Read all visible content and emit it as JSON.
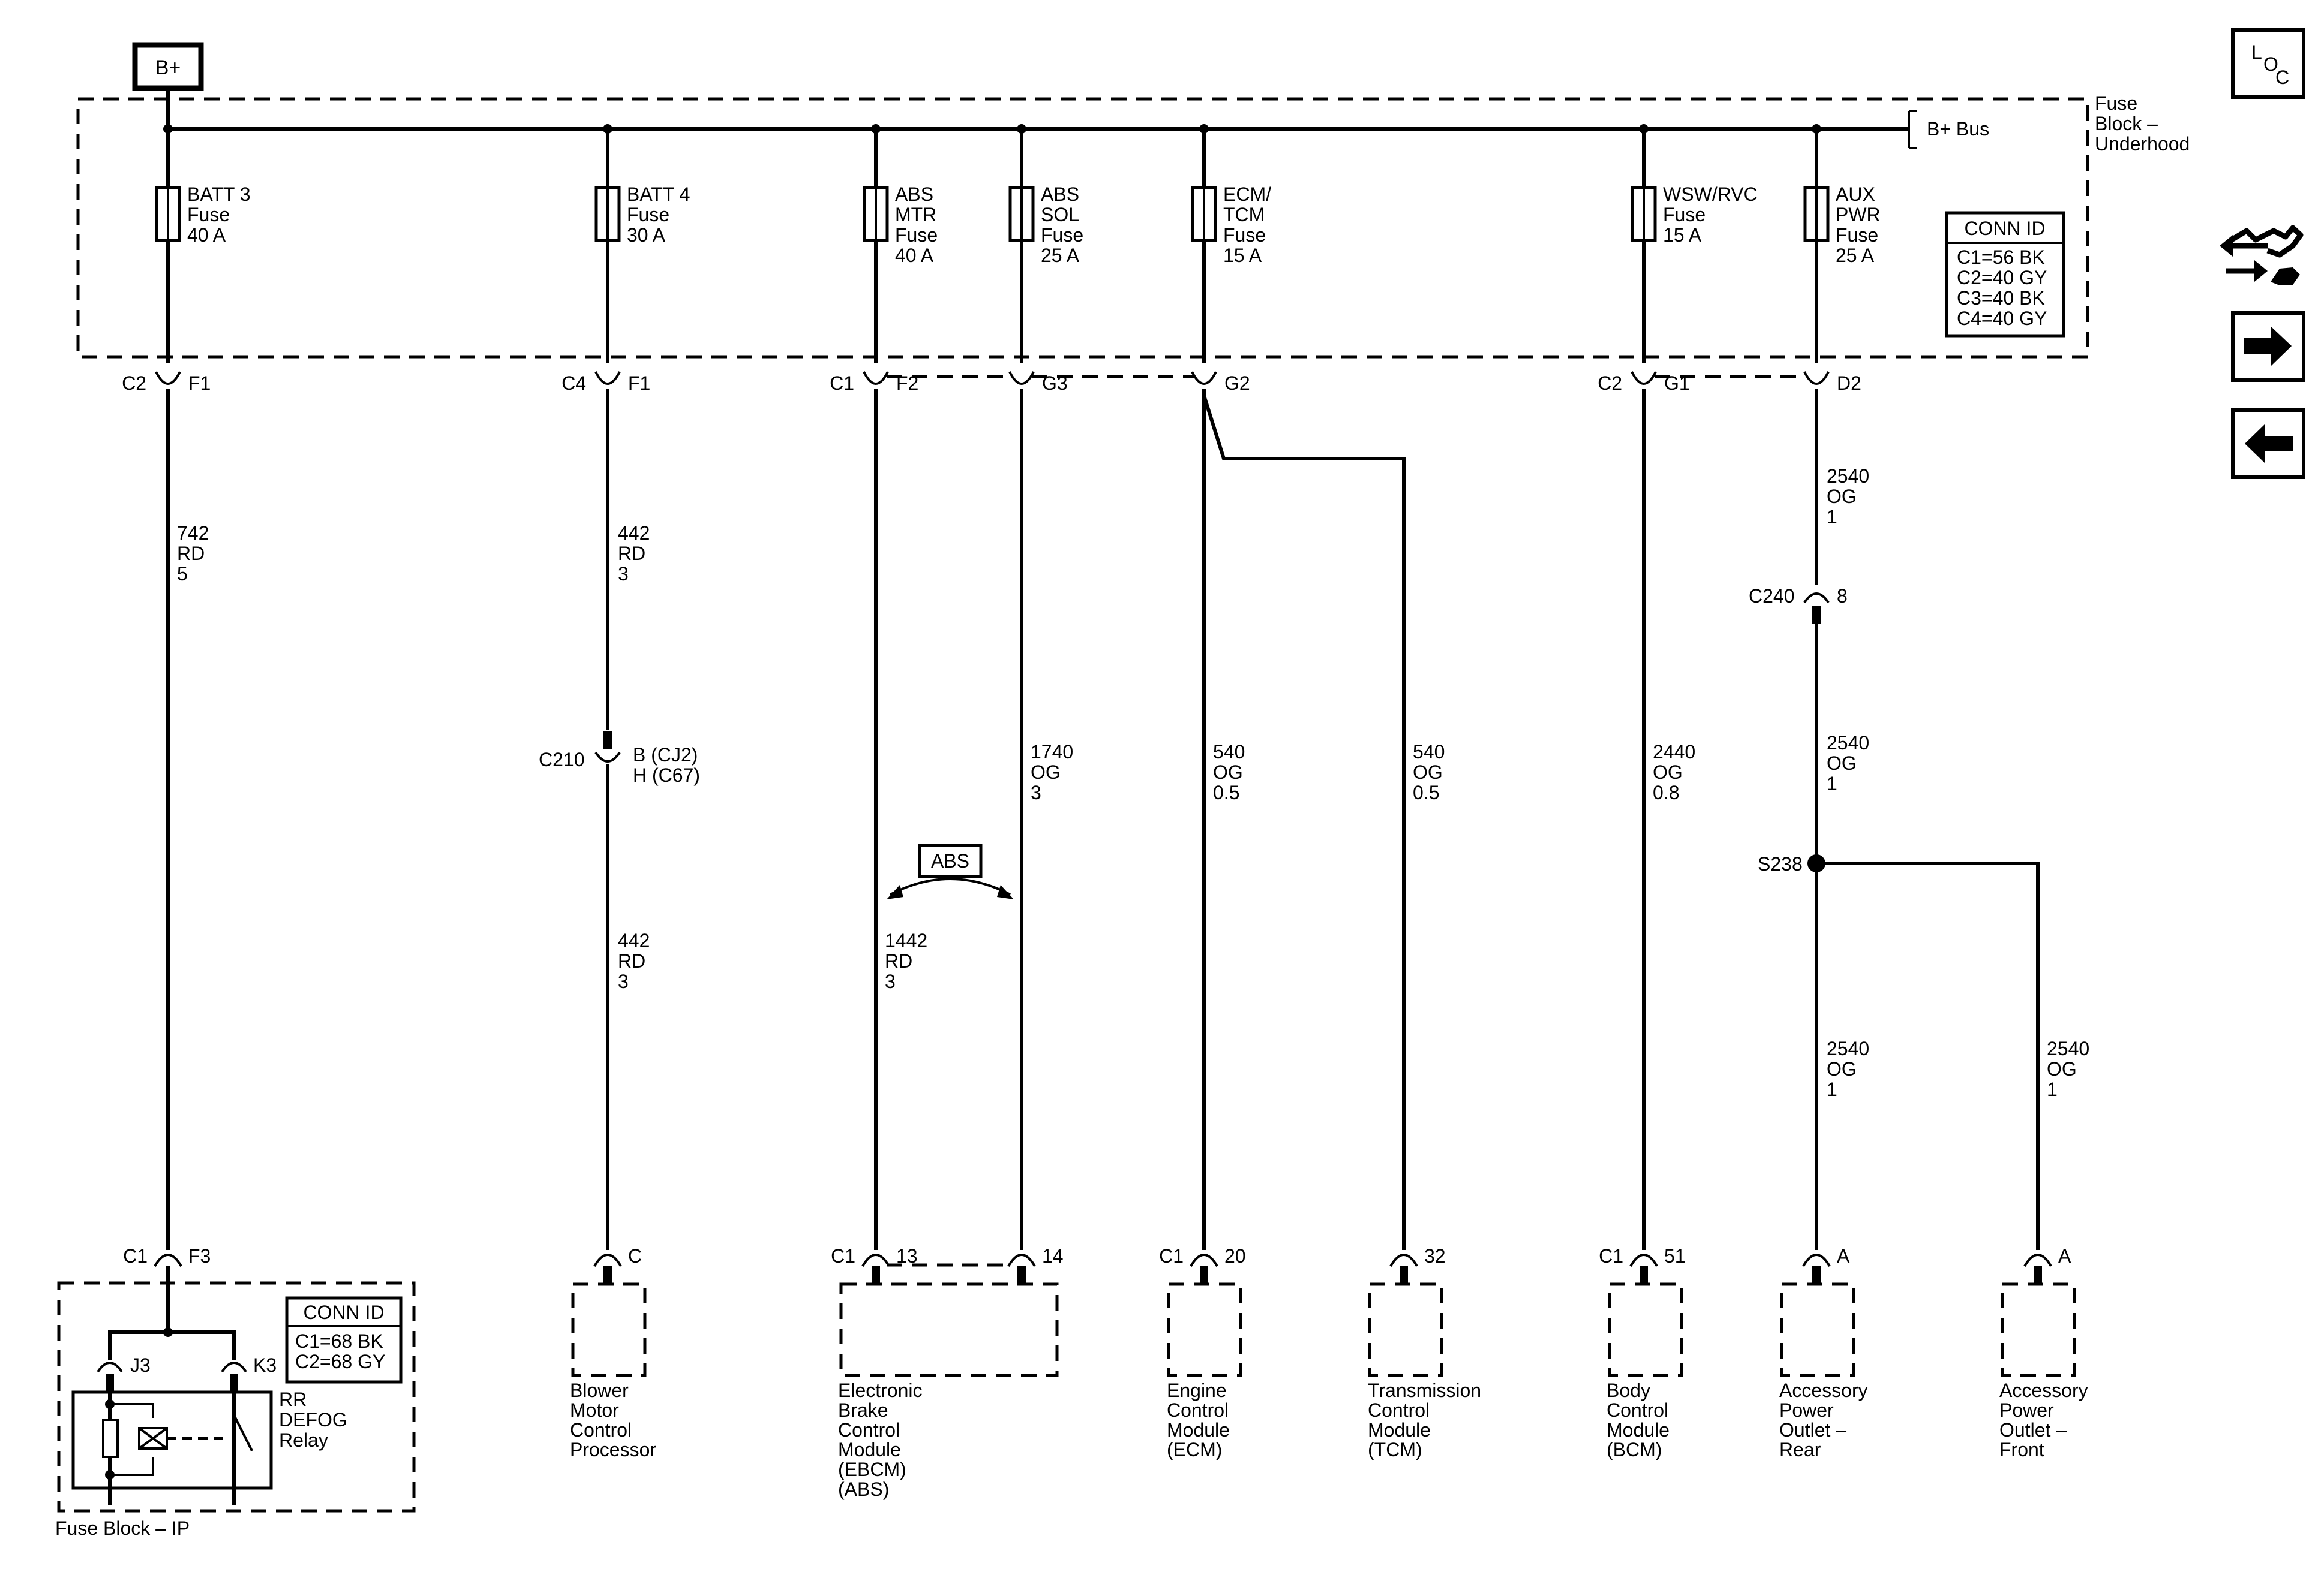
{
  "b_plus": "B+",
  "bus_label": "B+ Bus",
  "block_label": [
    "Fuse",
    "Block –",
    "Underhood"
  ],
  "fuses": [
    {
      "lines": [
        "BATT 3",
        "Fuse",
        "40 A"
      ]
    },
    {
      "lines": [
        "BATT 4",
        "Fuse",
        "30 A"
      ]
    },
    {
      "lines": [
        "ABS",
        "MTR",
        "Fuse",
        "40 A"
      ]
    },
    {
      "lines": [
        "ABS",
        "SOL",
        "Fuse",
        "25 A"
      ]
    },
    {
      "lines": [
        "ECM/",
        "TCM",
        "Fuse",
        "15 A"
      ]
    },
    {
      "lines": [
        "WSW/RVC",
        "Fuse",
        "15 A"
      ]
    },
    {
      "lines": [
        "AUX",
        "PWR",
        "Fuse",
        "25 A"
      ]
    }
  ],
  "conn_id_top": {
    "title": "CONN ID",
    "rows": [
      "C1=56 BK",
      "C2=40 GY",
      "C3=40 BK",
      "C4=40 GY"
    ]
  },
  "conn_id_ip": {
    "title": "CONN ID",
    "rows": [
      "C1=68 BK",
      "C2=68 GY"
    ]
  },
  "top_connectors": [
    {
      "left": "C2",
      "right": "F1"
    },
    {
      "left": "C4",
      "right": "F1"
    },
    {
      "left": "C1",
      "right": "F2"
    },
    {
      "left": "",
      "right": "G3"
    },
    {
      "left": "",
      "right": "G2"
    },
    {
      "left": "C2",
      "right": "G1"
    },
    {
      "left": "",
      "right": "D2"
    }
  ],
  "wire_labels": [
    [
      "742",
      "RD",
      "5"
    ],
    [
      "442",
      "RD",
      "3"
    ],
    [
      "442",
      "RD",
      "3"
    ],
    [
      "1442",
      "RD",
      "3"
    ],
    [
      "1740",
      "OG",
      "3"
    ],
    [
      "540",
      "OG",
      "0.5"
    ],
    [
      "540",
      "OG",
      "0.5"
    ],
    [
      "2440",
      "OG",
      "0.8"
    ],
    [
      "2540",
      "OG",
      "1"
    ],
    [
      "2540",
      "OG",
      "1"
    ],
    [
      "2540",
      "OG",
      "1"
    ],
    [
      "2540",
      "OG",
      "1"
    ]
  ],
  "inline_connectors": {
    "c210": {
      "name": "C210",
      "pins": [
        "B (CJ2)",
        "H (C67)"
      ]
    },
    "c240": {
      "name": "C240",
      "pin": "8"
    },
    "splice": "S238"
  },
  "abs_tag": "ABS",
  "bottom_connectors": [
    {
      "left": "C1",
      "right": "F3"
    },
    {
      "left": "",
      "right": "C"
    },
    {
      "left": "C1",
      "right": "13"
    },
    {
      "left": "",
      "right": "14"
    },
    {
      "left": "C1",
      "right": "20"
    },
    {
      "left": "",
      "right": "32"
    },
    {
      "left": "C1",
      "right": "51"
    },
    {
      "left": "",
      "right": "A"
    },
    {
      "left": "",
      "right": "A"
    }
  ],
  "relay": {
    "pins": [
      "J3",
      "K3"
    ],
    "label": [
      "RR",
      "DEFOG",
      "Relay"
    ]
  },
  "ip_block_label": "Fuse Block – IP",
  "components": [
    {
      "lines": [
        "Blower",
        "Motor",
        "Control",
        "Processor"
      ]
    },
    {
      "lines": [
        "Electronic",
        "Brake",
        "Control",
        "Module",
        "(EBCM)",
        "(ABS)"
      ]
    },
    {
      "lines": [
        "Engine",
        "Control",
        "Module",
        "(ECM)"
      ]
    },
    {
      "lines": [
        "Transmission",
        "Control",
        "Module",
        "(TCM)"
      ]
    },
    {
      "lines": [
        "Body",
        "Control",
        "Module",
        "(BCM)"
      ]
    },
    {
      "lines": [
        "Accessory",
        "Power",
        "Outlet –",
        "Rear"
      ]
    },
    {
      "lines": [
        "Accessory",
        "Power",
        "Outlet –",
        "Front"
      ]
    }
  ],
  "loc_icon": {
    "l": "L",
    "o": "O",
    "c": "C"
  },
  "nav": [
    {
      "icon": "circuit-swap-icon"
    },
    {
      "icon": "arrow-right-icon"
    },
    {
      "icon": "arrow-left-icon"
    }
  ]
}
